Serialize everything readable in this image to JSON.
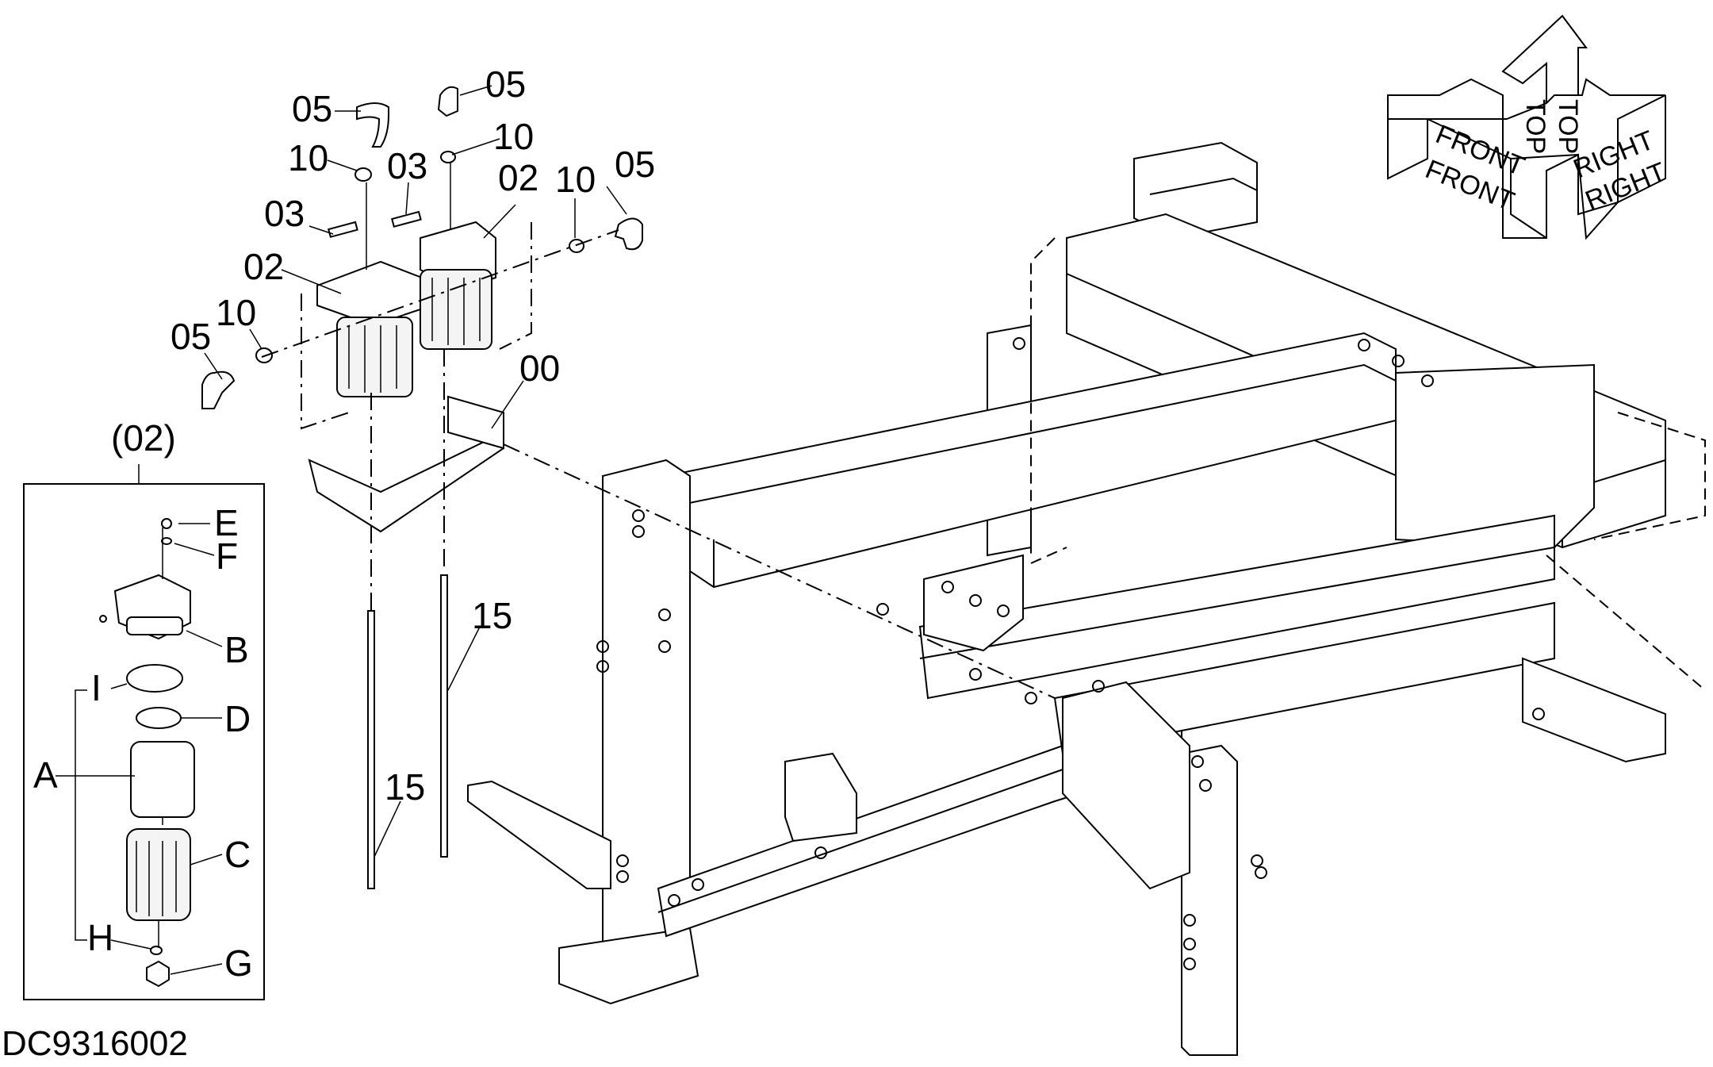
{
  "diagram": {
    "drawing_code": "DC9316002",
    "inset_title": "(02)",
    "callouts": [
      {
        "id": "c05a",
        "text": "05"
      },
      {
        "id": "c05b",
        "text": "05"
      },
      {
        "id": "c05c",
        "text": "05"
      },
      {
        "id": "c05d",
        "text": "05"
      },
      {
        "id": "c10a",
        "text": "10"
      },
      {
        "id": "c10b",
        "text": "10"
      },
      {
        "id": "c10c",
        "text": "10"
      },
      {
        "id": "c10d",
        "text": "10"
      },
      {
        "id": "c03a",
        "text": "03"
      },
      {
        "id": "c03b",
        "text": "03"
      },
      {
        "id": "c02a",
        "text": "02"
      },
      {
        "id": "c02b",
        "text": "02"
      },
      {
        "id": "c00",
        "text": "00"
      },
      {
        "id": "c15a",
        "text": "15"
      },
      {
        "id": "c15b",
        "text": "15"
      }
    ],
    "inset_callouts": [
      "E",
      "F",
      "B",
      "I",
      "D",
      "A",
      "C",
      "H",
      "G"
    ],
    "orientation": {
      "front_upper": "FRONT",
      "front_lower": "FRONT",
      "top_left": "TOP",
      "top_right": "TOP",
      "right_upper": "RIGHT",
      "right_lower": "RIGHT"
    }
  }
}
